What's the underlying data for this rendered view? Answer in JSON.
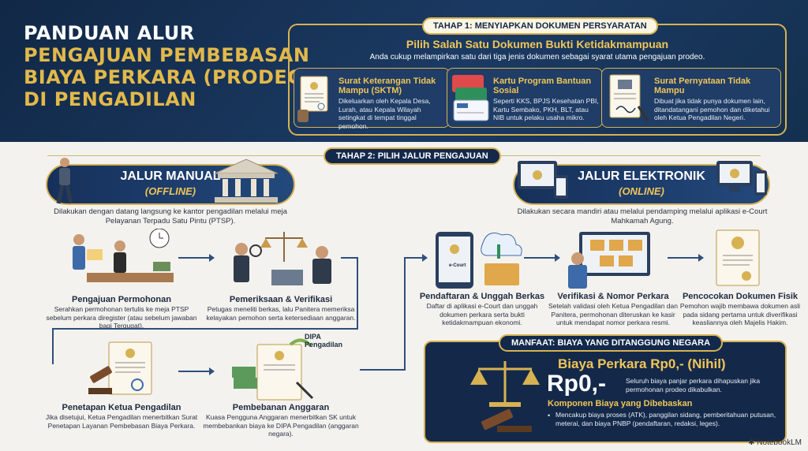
{
  "title": {
    "line1": "PANDUAN ALUR",
    "line2": "PENGAJUAN PEMBEBASAN",
    "line3": "BIAYA PERKARA (PRODEO)",
    "line4": "DI PENGADILAN"
  },
  "stage1": {
    "label": "TAHAP 1: MENYIAPKAN DOKUMEN PERSYARATAN",
    "heading": "Pilih Salah Satu Dokumen Bukti Ketidakmampuan",
    "subtitle": "Anda cukup melampirkan satu dari tiga jenis dokumen sebagai syarat utama pengajuan prodeo.",
    "cards": [
      {
        "title": "Surat Keterangan Tidak Mampu (SKTM)",
        "text": "Dikeluarkan oleh Kepala Desa, Lurah, atau Kepala Wilayah setingkat di tempat tinggal pemohon."
      },
      {
        "title": "Kartu Program Bantuan Sosial",
        "text": "Seperti KKS, BPJS Kesehatan PBI, Kartu Sembako, PKH, BLT, atau NIB untuk pelaku usaha mikro."
      },
      {
        "title": "Surat Pernyataan Tidak Mampu",
        "text": "Dibuat jika tidak punya dokumen lain, ditandatangani pemohon dan diketahui oleh Ketua Pengadilan Negeri."
      }
    ]
  },
  "stage2": {
    "label": "TAHAP 2: PILIH JALUR PENGAJUAN",
    "manual": {
      "title": "JALUR MANUAL",
      "mode": "(OFFLINE)",
      "desc": "Dilakukan dengan datang langsung ke kantor pengadilan melalui meja Pelayanan Terpadu Satu Pintu (PTSP).",
      "steps": [
        {
          "title": "Pengajuan Permohonan",
          "text": "Serahkan permohonan tertulis ke meja PTSP sebelum perkara diregister (atau sebelum jawaban bagi Tergugat)."
        },
        {
          "title": "Pemeriksaan & Verifikasi",
          "text": "Petugas meneliti berkas, lalu Panitera memeriksa kelayakan pemohon serta ketersediaan anggaran."
        },
        {
          "title": "Penetapan Ketua Pengadilan",
          "text": "Jika disetujui, Ketua Pengadilan menerbitkan Surat Penetapan Layanan Pembebasan Biaya Perkara."
        },
        {
          "title": "Pembebanan Anggaran",
          "text": "Kuasa Pengguna Anggaran menerbitkan SK untuk membebankan biaya ke DIPA Pengadilan (anggaran negara)."
        }
      ],
      "dipa_label": "DIPA Pengadilan"
    },
    "electronic": {
      "title": "JALUR ELEKTRONIK",
      "mode": "(ONLINE)",
      "desc": "Dilakukan secara mandiri atau melalui pendamping melalui aplikasi e-Court Mahkamah Agung.",
      "ecourt_label": "e-Court",
      "steps": [
        {
          "title": "Pendaftaran & Unggah Berkas",
          "text": "Daftar di aplikasi e-Court dan unggah dokumen perkara serta bukti ketidakmampuan ekonomi."
        },
        {
          "title": "Verifikasi & Nomor Perkara",
          "text": "Setelah validasi oleh Ketua Pengadilan dan Panitera, permohonan diteruskan ke kasir untuk mendapat nomor perkara resmi."
        },
        {
          "title": "Pencocokan Dokumen Fisik",
          "text": "Pemohon wajib membawa dokumen asli pada sidang pertama untuk diverifikasi keasliannya oleh Majelis Hakim."
        }
      ]
    }
  },
  "benefit": {
    "label": "MANFAAT: BIAYA YANG DITANGGUNG NEGARA",
    "heading": "Biaya Perkara Rp0,- (Nihil)",
    "big": "Rp0,-",
    "big_text": "Seluruh biaya panjar perkara dihapuskan jika permohonan prodeo dikabulkan.",
    "sub": "Komponen Biaya yang Dibebaskan",
    "sub_text": "Mencakup biaya proses (ATK), panggilan sidang, pemberitahuan putusan, meterai, dan biaya PNBP (pendaftaran, redaksi, leges)."
  },
  "brand": "NotebookLM",
  "colors": {
    "navy": "#13294b",
    "gold": "#d7b252",
    "accent_gold": "#f0c558",
    "background": "#f4f2ee"
  }
}
